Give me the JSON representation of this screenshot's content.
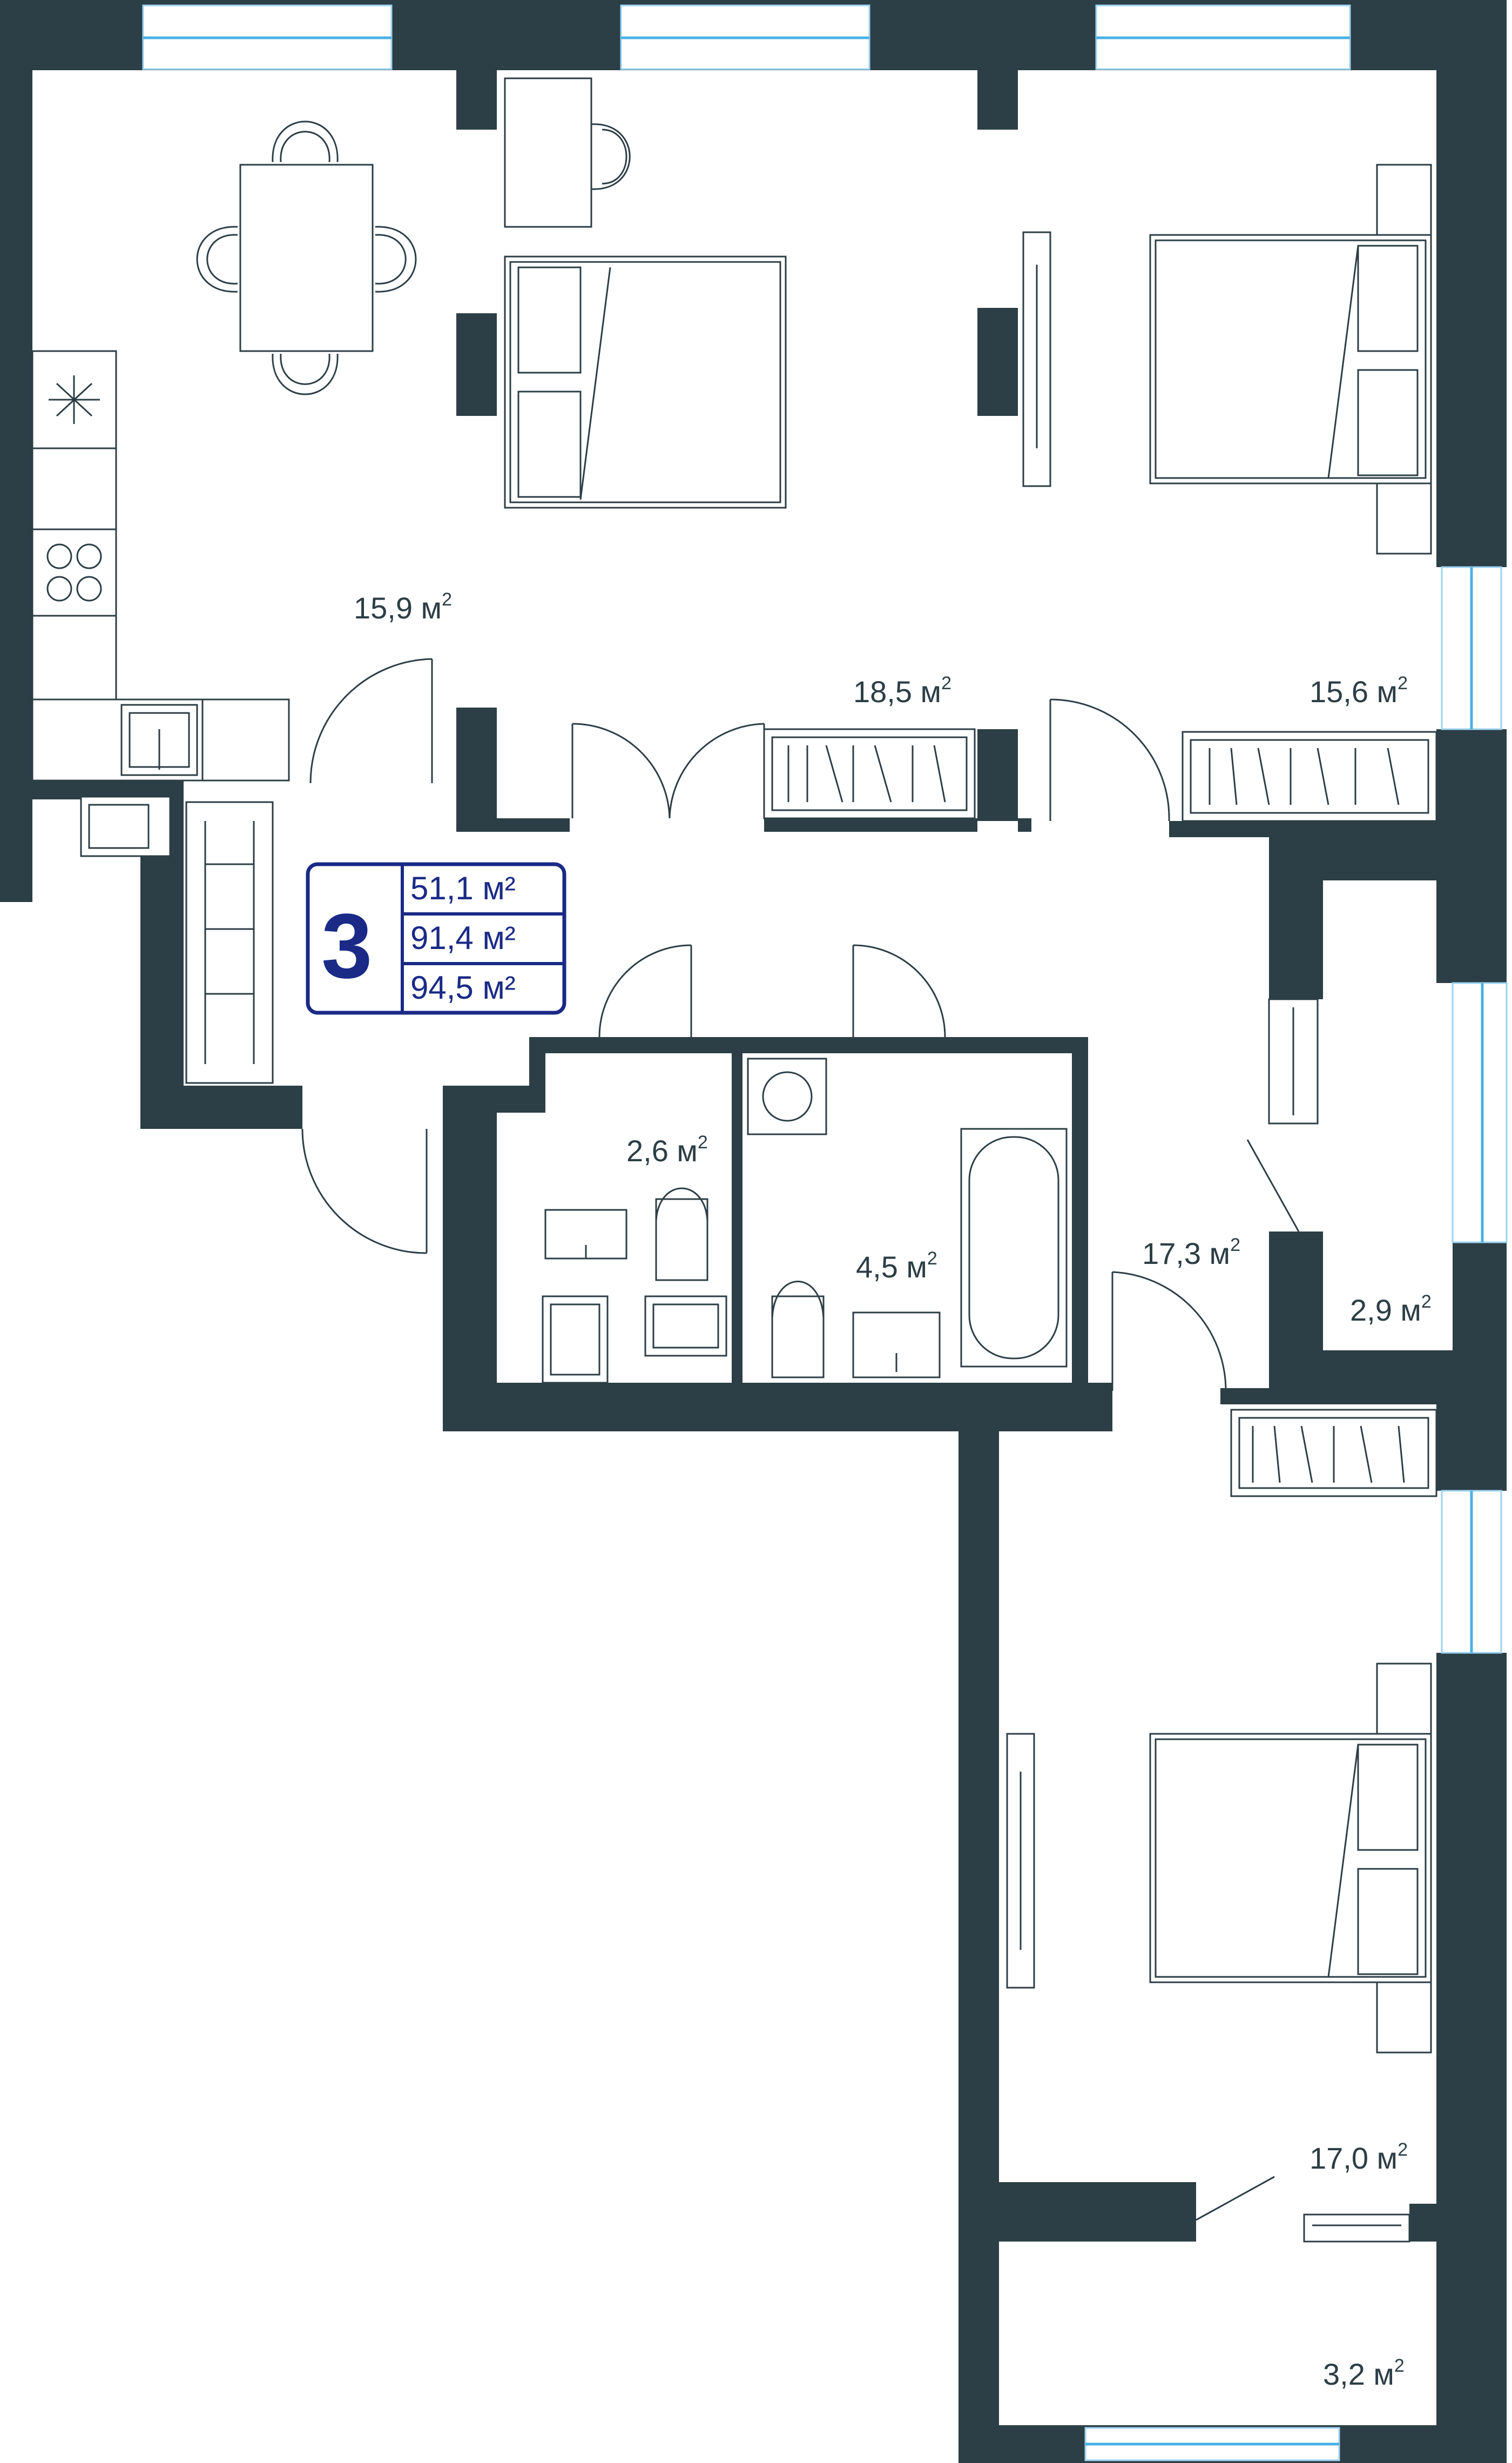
{
  "summary": {
    "rooms": "3",
    "areas": [
      "51,1 м²",
      "91,4 м²",
      "94,5 м²"
    ]
  },
  "rooms": [
    {
      "id": "kitchen",
      "area": "15,9 м",
      "sup": "2"
    },
    {
      "id": "bedroom-1",
      "area": "18,5 м",
      "sup": "2"
    },
    {
      "id": "bedroom-2",
      "area": "15,6 м",
      "sup": "2"
    },
    {
      "id": "wc",
      "area": "2,6 м",
      "sup": "2"
    },
    {
      "id": "bathroom",
      "area": "4,5 м",
      "sup": "2"
    },
    {
      "id": "hallway",
      "area": "17,3 м",
      "sup": "2"
    },
    {
      "id": "closet",
      "area": "2,9 м",
      "sup": "2"
    },
    {
      "id": "bedroom-3",
      "area": "17,0 м",
      "sup": "2"
    },
    {
      "id": "balcony",
      "area": "3,2 м",
      "sup": "2"
    }
  ],
  "colors": {
    "wall": "#2c3e46",
    "accent": "#1a2a86",
    "window": "#4ab0e6",
    "background": "#ffffff"
  }
}
